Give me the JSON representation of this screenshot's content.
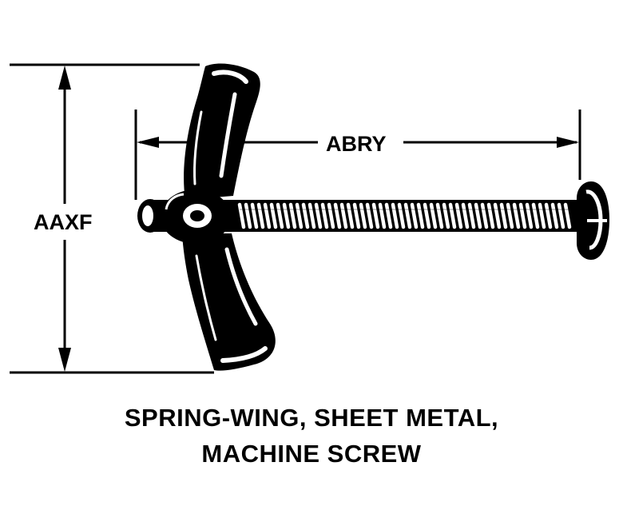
{
  "dimensions": {
    "length_label": "ABRY",
    "height_label": "AAXF"
  },
  "caption": {
    "line1": "SPRING-WING, SHEET METAL,",
    "line2": "MACHINE SCREW"
  },
  "colors": {
    "ink": "#000000",
    "paper": "#ffffff"
  }
}
